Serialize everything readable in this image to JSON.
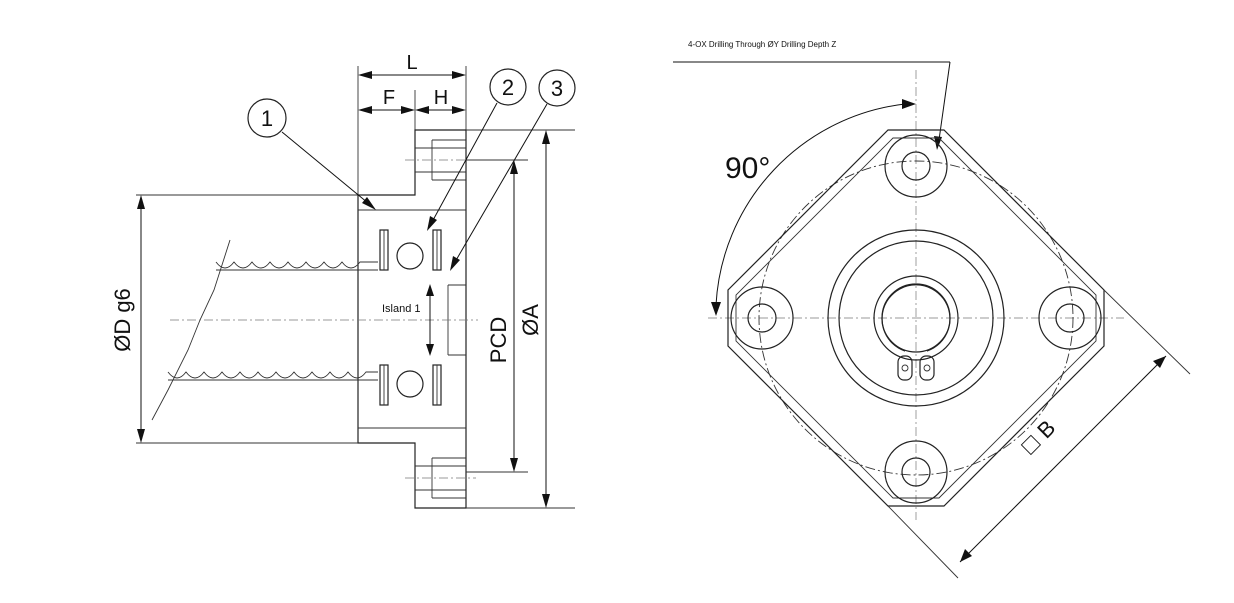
{
  "side_view": {
    "callouts": [
      {
        "id": "callout-1",
        "label": "1"
      },
      {
        "id": "callout-2",
        "label": "2"
      },
      {
        "id": "callout-3",
        "label": "3"
      }
    ],
    "dimensions": {
      "L": "L",
      "F": "F",
      "H": "H",
      "D": "ØD g6",
      "PCD": "PCD",
      "A": "ØA"
    },
    "island_label": "Island 1"
  },
  "front_view": {
    "note": "4-OX Drilling Through ØY Drilling Depth Z",
    "angle": "90°",
    "square_symbol": "□",
    "square_label": "B"
  }
}
